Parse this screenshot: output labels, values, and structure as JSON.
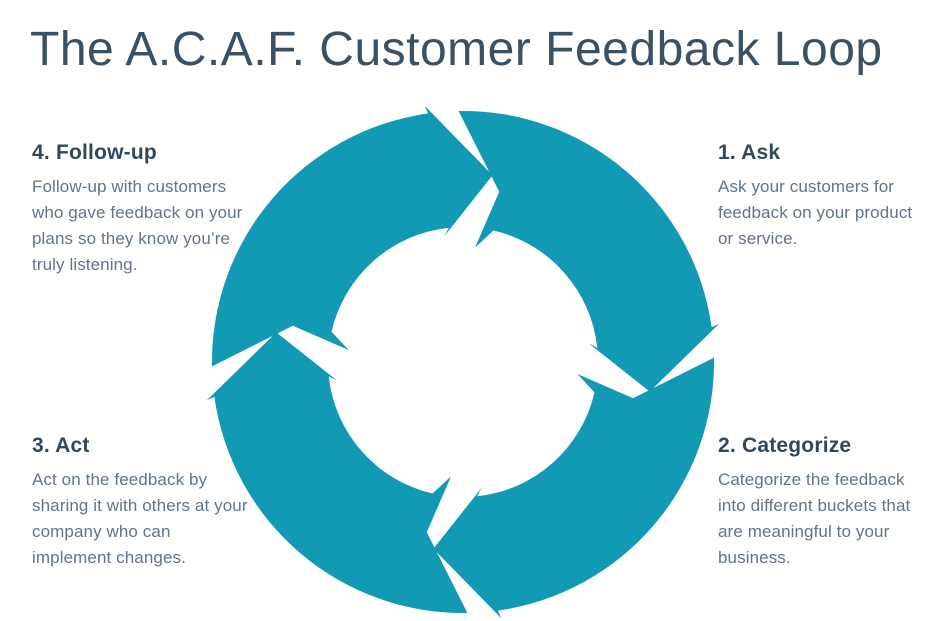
{
  "title": "The A.C.A.F. Customer Feedback Loop",
  "colors": {
    "accent_teal": "#1299B4",
    "heading_navy": "#33475B",
    "body_slate": "#61748A",
    "title_slate": "#3C5064",
    "background": "#FFFFFF"
  },
  "diagram": {
    "shape": "circular-loop",
    "direction": "clockwise",
    "segments": 4
  },
  "steps": [
    {
      "number": "1",
      "position": "top-right",
      "title": "1. Ask",
      "description": "Ask your customers for\nfeedback on your product\nor service."
    },
    {
      "number": "2",
      "position": "bottom-right",
      "title": "2. Categorize",
      "description": "Categorize the feedback\ninto different buckets that\nare meaningful to your\nbusiness."
    },
    {
      "number": "3",
      "position": "bottom-left",
      "title": "3. Act",
      "description": "Act on the feedback by\nsharing it with others at your\ncompany who can\nimplement changes."
    },
    {
      "number": "4",
      "position": "top-left",
      "title": "4. Follow-up",
      "description": "Follow-up with customers\nwho gave feedback on your\nplans so they know you’re\ntruly listening."
    }
  ]
}
